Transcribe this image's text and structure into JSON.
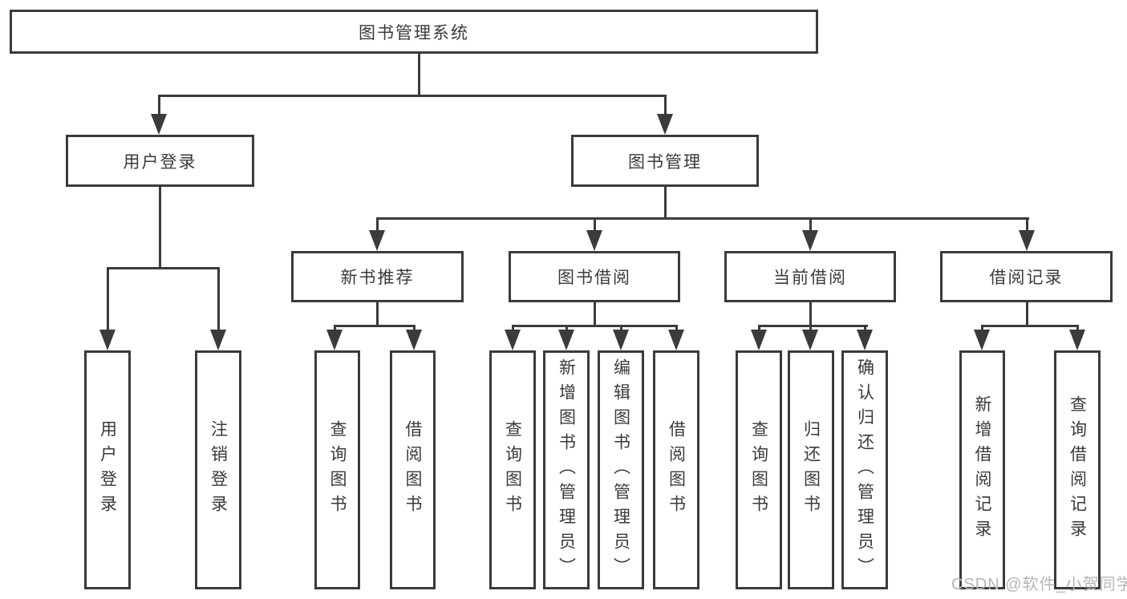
{
  "tree": {
    "label": "图书管理系统",
    "children": [
      {
        "label": "用户登录",
        "children": [
          {
            "label": "用户登录"
          },
          {
            "label": "注销登录"
          }
        ]
      },
      {
        "label": "图书管理",
        "children": [
          {
            "label": "新书推荐",
            "children": [
              {
                "label": "查询图书"
              },
              {
                "label": "借阅图书"
              }
            ]
          },
          {
            "label": "图书借阅",
            "children": [
              {
                "label": "查询图书"
              },
              {
                "label": "新增图书（管理员）"
              },
              {
                "label": "编辑图书（管理员）"
              },
              {
                "label": "借阅图书"
              }
            ]
          },
          {
            "label": "当前借阅",
            "children": [
              {
                "label": "查询图书"
              },
              {
                "label": "归还图书"
              },
              {
                "label": "确认归还（管理员）"
              }
            ]
          },
          {
            "label": "借阅记录",
            "children": [
              {
                "label": "新增借阅记录"
              },
              {
                "label": "查询借阅记录"
              }
            ]
          }
        ]
      }
    ]
  },
  "watermark": {
    "text": "CSDN @软件_小贺同学"
  },
  "colors": {
    "line": "#3b3b3b",
    "text": "#3a3a3a",
    "watermark": "#b6b6b6",
    "background": "#ffffff"
  }
}
